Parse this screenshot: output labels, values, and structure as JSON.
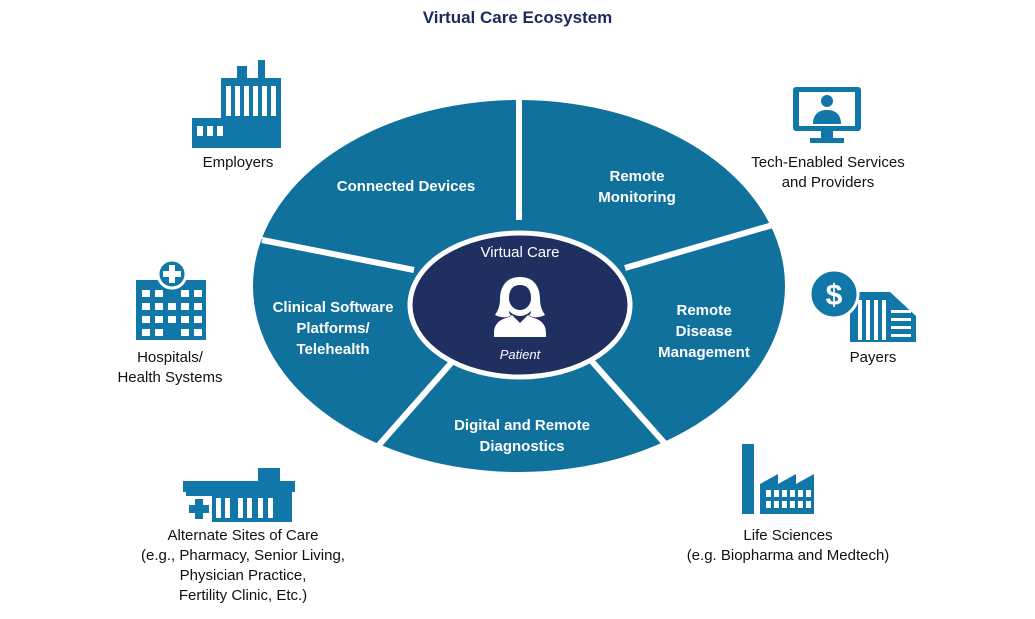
{
  "title": "Virtual Care Ecosystem",
  "colors": {
    "segment": "#10719c",
    "core": "#1e2f60",
    "icon": "#1177a8",
    "divider": "#ffffff",
    "title": "#1b2a5c"
  },
  "center": {
    "title": "Virtual Care",
    "subtitle": "Patient",
    "icon": "person-icon"
  },
  "segments": [
    {
      "lines": [
        "Connected Devices"
      ]
    },
    {
      "lines": [
        "Remote",
        "Monitoring"
      ]
    },
    {
      "lines": [
        "Remote",
        "Disease",
        "Management"
      ]
    },
    {
      "lines": [
        "Digital and Remote",
        "Diagnostics"
      ]
    },
    {
      "lines": [
        "Clinical Software",
        "Platforms/",
        "Telehealth"
      ]
    }
  ],
  "stakeholders": [
    {
      "icon": "office-buildings-icon",
      "lines": [
        "Employers"
      ]
    },
    {
      "icon": "monitor-doctor-icon",
      "lines": [
        "Tech-Enabled Services",
        "and Providers"
      ]
    },
    {
      "icon": "dollar-building-icon",
      "lines": [
        "Payers"
      ]
    },
    {
      "icon": "factory-icon",
      "lines": [
        "Life Sciences",
        "(e.g. Biopharma and Medtech)"
      ]
    },
    {
      "icon": "clinic-storefront-icon",
      "lines": [
        "Alternate Sites of Care",
        "(e.g., Pharmacy, Senior Living,",
        "Physician Practice,",
        "Fertility Clinic, Etc.)"
      ]
    },
    {
      "icon": "hospital-icon",
      "lines": [
        "Hospitals/",
        "Health Systems"
      ]
    }
  ]
}
